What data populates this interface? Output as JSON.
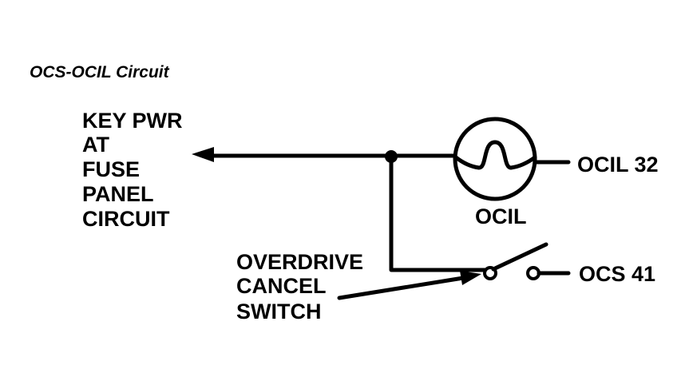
{
  "title": "OCS-OCIL Circuit",
  "source_label": [
    "KEY PWR",
    "AT",
    "FUSE",
    "PANEL",
    "CIRCUIT"
  ],
  "lamp": {
    "name": "OCIL",
    "terminal": "OCIL 32"
  },
  "switch": {
    "label": [
      "OVERDRIVE",
      "CANCEL",
      "SWITCH"
    ],
    "terminal": "OCS 41"
  },
  "colors": {
    "ink": "#000000",
    "background": "#ffffff"
  }
}
